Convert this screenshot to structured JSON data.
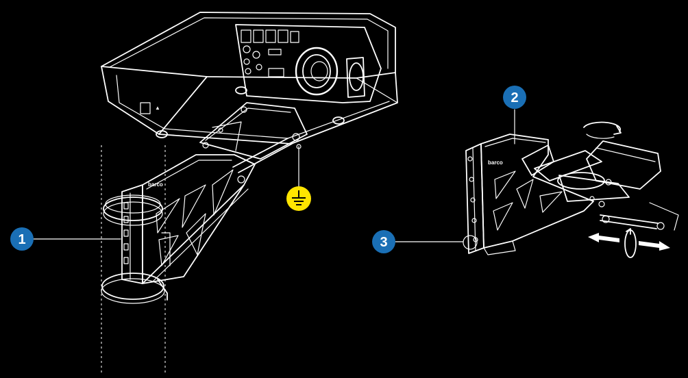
{
  "callouts": [
    {
      "number": "1"
    },
    {
      "number": "2"
    },
    {
      "number": "3"
    }
  ],
  "brand_mark": "barco",
  "colors": {
    "background": "#000000",
    "line": "#ffffff",
    "callout_fill": "#1a6fb5",
    "ground_symbol_fill": "#ffe500"
  },
  "icons": {
    "ground": "ground-symbol-icon",
    "rotate": "rotate-arrow-icon",
    "adjust": "double-arrow-icon"
  }
}
